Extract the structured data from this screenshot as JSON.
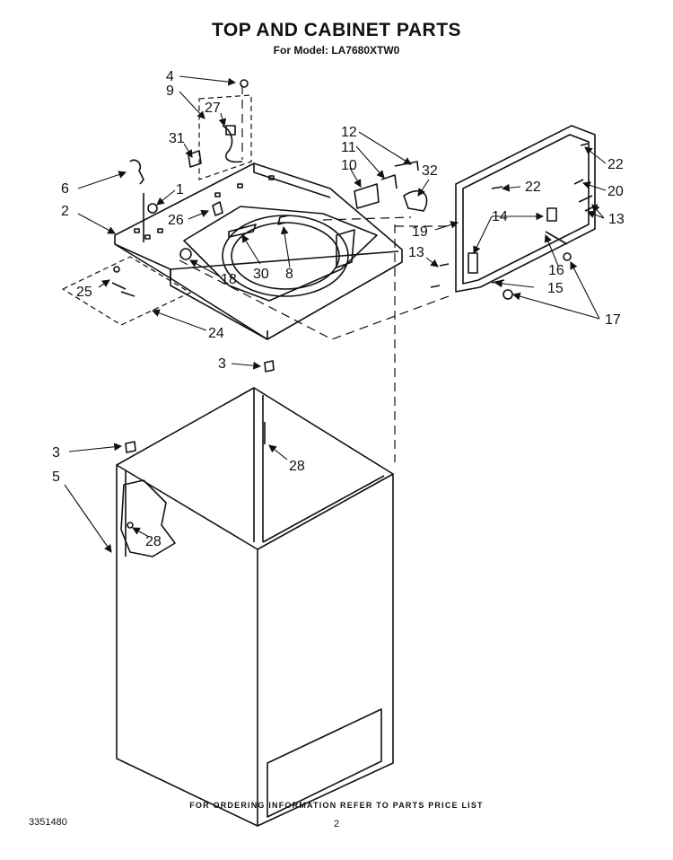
{
  "header": {
    "title": "TOP AND CABINET PARTS",
    "subtitle": "For Model: LA7680XTW0"
  },
  "diagram": {
    "callouts": [
      "4",
      "9",
      "27",
      "31",
      "6",
      "1",
      "2",
      "26",
      "25",
      "24",
      "18",
      "30",
      "8",
      "10",
      "11",
      "12",
      "32",
      "19",
      "13",
      "14",
      "22",
      "20",
      "16",
      "15",
      "17",
      "3",
      "28",
      "5"
    ]
  },
  "footer": {
    "ordering_note": "FOR ORDERING INFORMATION REFER TO PARTS PRICE LIST",
    "document_number": "3351480",
    "page_number": "2"
  }
}
